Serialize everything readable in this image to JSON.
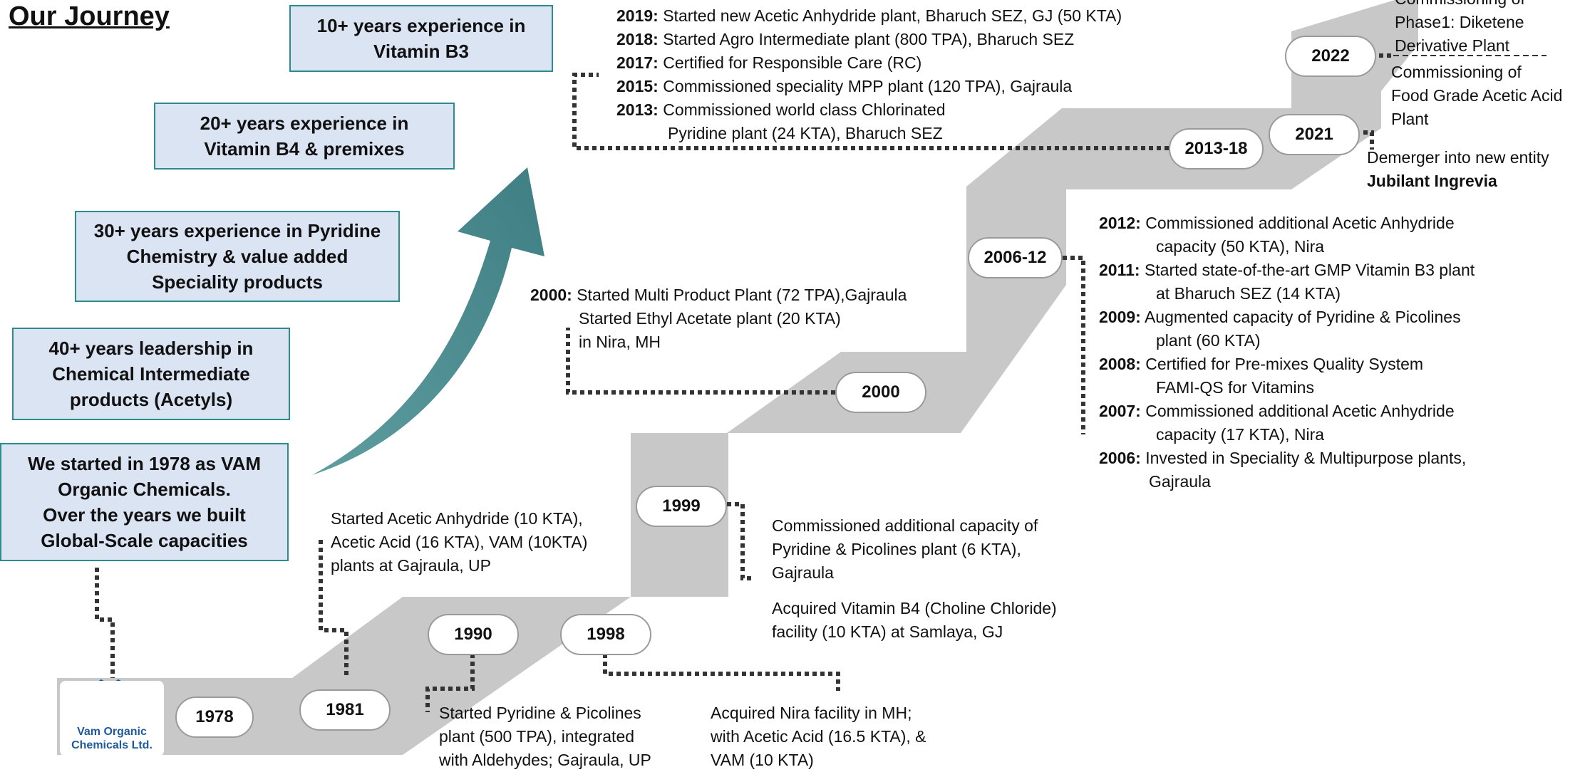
{
  "title": "Our Journey",
  "experience_boxes": [
    {
      "lines": [
        "10+ years experience in",
        "Vitamin B3"
      ]
    },
    {
      "lines": [
        "20+ years experience in",
        "Vitamin B4 & premixes"
      ]
    },
    {
      "lines": [
        "30+ years experience in Pyridine",
        "Chemistry & value added",
        "Speciality products"
      ]
    },
    {
      "lines": [
        "40+ years leadership in",
        "Chemical Intermediate",
        "products (Acetyls)"
      ]
    },
    {
      "lines": [
        "We started in 1978 as VAM",
        "Organic Chemicals.",
        "Over the years we built",
        "Global-Scale capacities"
      ]
    }
  ],
  "logo": {
    "line1": "Vam Organic",
    "line2": "Chemicals Ltd."
  },
  "years": [
    "1978",
    "1981",
    "1990",
    "1998",
    "1999",
    "2000",
    "2006-12",
    "2013-18",
    "2021",
    "2022"
  ],
  "notes": {
    "n1981": [
      "Started Acetic Anhydride (10 KTA),",
      "Acetic Acid (16 KTA), VAM (10KTA)",
      "plants at Gajraula, UP"
    ],
    "n1990": [
      "Started Pyridine & Picolines",
      "plant (500 TPA), integrated",
      "with Aldehydes; Gajraula, UP"
    ],
    "n1998": [
      "Acquired Nira facility in MH;",
      "with Acetic Acid (16.5 KTA), &",
      "VAM (10 KTA)"
    ],
    "n1999a": [
      "Commissioned additional capacity of",
      "Pyridine & Picolines plant (6 KTA),",
      "Gajraula"
    ],
    "n1999b": [
      "Acquired Vitamin B4 (Choline Chloride)",
      "facility (10 KTA) at Samlaya, GJ"
    ],
    "n2000": {
      "year": "2000:",
      "lines": [
        "Started Multi Product Plant (72 TPA),Gajraula",
        "Started Ethyl Acetate plant (20 KTA)",
        "in Nira, MH"
      ]
    },
    "n2006": [
      {
        "year": "2012:",
        "lines": [
          "Commissioned additional Acetic Anhydride",
          "capacity (50 KTA), Nira"
        ]
      },
      {
        "year": "2011:",
        "lines": [
          "Started state-of-the-art GMP Vitamin B3 plant",
          "at Bharuch SEZ (14 KTA)"
        ]
      },
      {
        "year": "2009:",
        "lines": [
          "Augmented capacity of Pyridine & Picolines",
          "plant (60 KTA)"
        ]
      },
      {
        "year": "2008:",
        "lines": [
          "Certified for Pre-mixes Quality System",
          "FAMI-QS for Vitamins"
        ]
      },
      {
        "year": "2007:",
        "lines": [
          "Commissioned additional Acetic Anhydride",
          "capacity (17 KTA), Nira"
        ]
      },
      {
        "year": "2006:",
        "lines": [
          "Invested in Speciality & Multipurpose plants,",
          "Gajraula"
        ]
      }
    ],
    "n2013": [
      {
        "year": "2019:",
        "lines": [
          "Started new Acetic Anhydride plant, Bharuch SEZ, GJ (50 KTA)"
        ]
      },
      {
        "year": "2018:",
        "lines": [
          "Started Agro Intermediate plant (800 TPA), Bharuch SEZ"
        ]
      },
      {
        "year": "2017:",
        "lines": [
          "Certified for Responsible Care (RC)"
        ]
      },
      {
        "year": "2015:",
        "lines": [
          "Commissioned speciality MPP plant (120 TPA), Gajraula"
        ]
      },
      {
        "year": "2013:",
        "lines": [
          "Commissioned world class Chlorinated",
          "Pyridine plant (24 KTA), Bharuch SEZ"
        ]
      }
    ],
    "n2021": {
      "line1": "Demerger into new entity",
      "line2": "Jubilant Ingrevia"
    },
    "n2022a": [
      "Commissioning of",
      "Phase1: Diketene",
      "Derivative Plant"
    ],
    "n2022b": [
      "Commissioning of",
      "Food Grade Acetic Acid",
      "Plant"
    ]
  },
  "colors": {
    "staircase": "#c8c8c8",
    "arrow": "#4f8f92",
    "box_fill": "#dbe4f3",
    "box_border": "#2a8c8c",
    "connector": "#333333",
    "logo_blue": "#1e5a9e"
  }
}
